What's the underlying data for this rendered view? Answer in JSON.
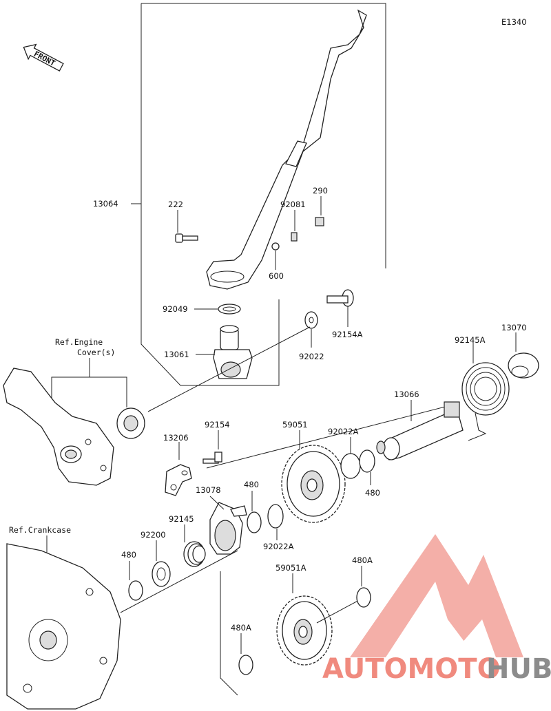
{
  "diagram_code": "E1340",
  "front_label": "FRONT",
  "parts": {
    "p13064": "13064",
    "p222": "222",
    "p92081": "92081",
    "p290": "290",
    "p600": "600",
    "p92049": "92049",
    "p92154A": "92154A",
    "p92022": "92022",
    "p13061": "13061",
    "p92145A": "92145A",
    "p13070": "13070",
    "p13066": "13066",
    "p13206": "13206",
    "p92154": "92154",
    "p59051": "59051",
    "p92022A_top": "92022A",
    "p480_a": "480",
    "p480_b": "480",
    "p13078": "13078",
    "p92145": "92145",
    "p92022A_bottom": "92022A",
    "p92200": "92200",
    "p480_c": "480",
    "p59051A": "59051A",
    "p480A_right": "480A",
    "p480A_bottom": "480A"
  },
  "refs": {
    "engine_cover_line1": "Ref.Engine",
    "engine_cover_line2": "Cover(s)",
    "crankcase": "Ref.Crankcase"
  },
  "watermark": {
    "part1": "AUTOMOTO",
    "part2": "HUB",
    "color_primary": "#f08a7e",
    "color_secondary": "#8c8c8c"
  }
}
